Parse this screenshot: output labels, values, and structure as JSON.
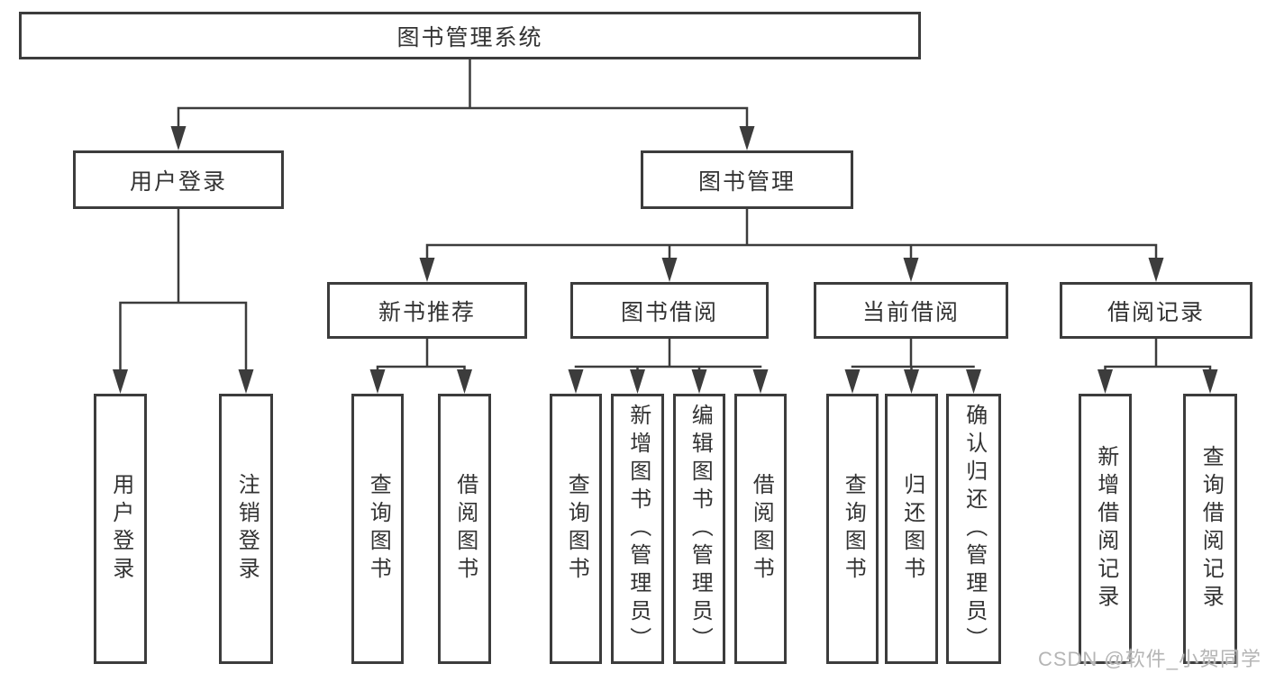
{
  "tree": {
    "label": "图书管理系统",
    "children": [
      {
        "label": "用户登录",
        "children": [
          {
            "label": "用户登录"
          },
          {
            "label": "注销登录"
          }
        ]
      },
      {
        "label": "图书管理",
        "children": [
          {
            "label": "新书推荐",
            "children": [
              {
                "label": "查询图书"
              },
              {
                "label": "借阅图书"
              }
            ]
          },
          {
            "label": "图书借阅",
            "children": [
              {
                "label": "查询图书"
              },
              {
                "label": "新增图书（管理员）"
              },
              {
                "label": "编辑图书（管理员）"
              },
              {
                "label": "借阅图书"
              }
            ]
          },
          {
            "label": "当前借阅",
            "children": [
              {
                "label": "查询图书"
              },
              {
                "label": "归还图书"
              },
              {
                "label": "确认归还（管理员）"
              }
            ]
          },
          {
            "label": "借阅记录",
            "children": [
              {
                "label": "新增借阅记录"
              },
              {
                "label": "查询借阅记录"
              }
            ]
          }
        ]
      }
    ]
  },
  "watermark": {
    "text": "CSDN @软件_小贺同学"
  },
  "colors": {
    "line": "#3c3c3c",
    "text": "#333333",
    "watermark": "#b5b5b5",
    "background": "#ffffff"
  }
}
